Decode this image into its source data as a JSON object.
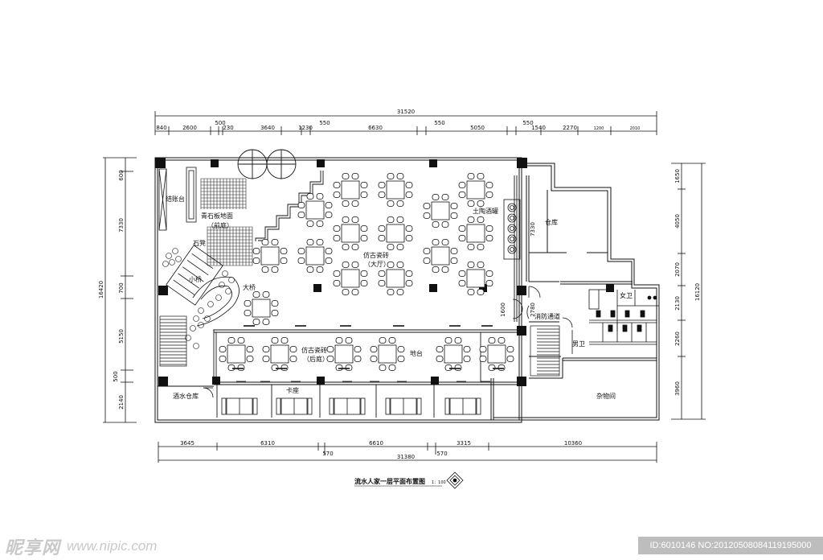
{
  "drawing": {
    "title": "流水人家一层平面布置图",
    "scale": "1：100"
  },
  "top_dimensions": {
    "total": "31520",
    "segments": [
      "840",
      "2600",
      "500",
      "230",
      "3640",
      "1230",
      "550",
      "6630",
      "550",
      "5050",
      "550",
      "1540",
      "2270",
      "1200",
      "2010"
    ]
  },
  "bottom_dimensions": {
    "segments": [
      "3645",
      "6310",
      "6610",
      "3315",
      "10360"
    ],
    "total": "31380",
    "offsets": [
      "570",
      "570"
    ]
  },
  "left_dimensions": {
    "total": "16420",
    "segments": [
      "600",
      "7330",
      "700",
      "5150",
      "500",
      "2140"
    ]
  },
  "right_dimensions": {
    "total": "16120",
    "segments": [
      "1650",
      "4050",
      "2070",
      "2130",
      "2260",
      "3960"
    ]
  },
  "rooms": {
    "reception": "结账台",
    "front_court": "青石板地面",
    "front_court_sub": "（前庭）",
    "stone_bench": "石凳",
    "small_bridge": "小桥",
    "big_bridge": "大桥",
    "hall_floor": "仿古瓷砖",
    "hall_sub": "（大厅）",
    "rear_floor": "仿古瓷砖",
    "rear_sub": "（后庭）",
    "stage": "地台",
    "wine_jars": "土陶酒罐",
    "storage": "仓库",
    "fire_passage": "消防通道",
    "womens_wc": "女卫",
    "mens_wc": "男卫",
    "sundries": "杂物间",
    "wine_storage": "酒水仓库",
    "booths": "卡座",
    "dim_1600": "1600",
    "dim_2780": "2780",
    "dim_7330": "7330"
  },
  "watermark": {
    "logo": "昵享网",
    "url": "www.nipic.com",
    "id": "ID:6010146 NO:20120508084119195000"
  }
}
